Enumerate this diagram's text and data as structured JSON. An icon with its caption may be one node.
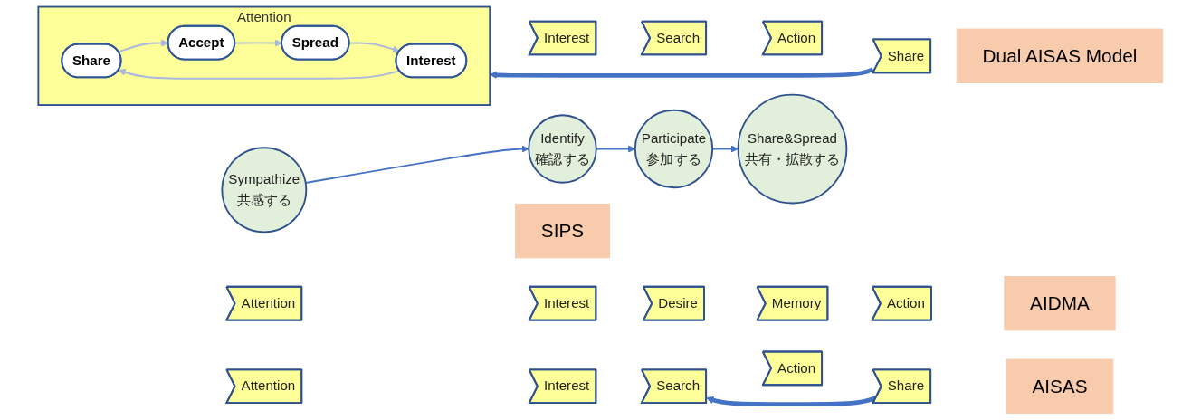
{
  "diagram": {
    "nodes": [
      {
        "text": [
          "Attention"
        ]
      },
      {
        "text": [
          "Interest"
        ]
      },
      {
        "text": [
          "Desire"
        ]
      },
      {
        "text": [
          "Memory"
        ]
      },
      {
        "text": [
          "Action"
        ]
      },
      {
        "text": [
          "AIDMA"
        ]
      },
      {
        "text": [
          "Attention"
        ]
      },
      {
        "text": [
          "Interest"
        ]
      },
      {
        "text": [
          "Search"
        ]
      },
      {
        "text": [
          "Action"
        ]
      },
      {
        "text": [
          "Share"
        ]
      },
      {
        "text": [
          "AISAS"
        ]
      },
      {
        "text": [
          "Sympathize",
          "共感する"
        ]
      },
      {
        "text": [
          "Identify",
          "確認する"
        ]
      },
      {
        "text": [
          "Participate",
          "参加する"
        ]
      },
      {
        "text": [
          "Share&Spread",
          "共有・拡散する"
        ]
      },
      {
        "text": [
          "SIPS"
        ]
      },
      {
        "text": [
          "Attention"
        ]
      },
      {
        "text": [
          "Share"
        ],
        "in": 17
      },
      {
        "text": [
          "Interest"
        ],
        "in": 17
      },
      {
        "text": [
          "Accept"
        ],
        "in": 17
      },
      {
        "text": [
          "Spread"
        ],
        "in": 17
      },
      {
        "text": [
          "Interest"
        ]
      },
      {
        "text": [
          "Search"
        ]
      },
      {
        "text": [
          "Action"
        ]
      },
      {
        "text": [
          "Share"
        ]
      },
      {
        "text": [
          "Dual AISAS Model"
        ]
      }
    ],
    "edges": [
      {
        "from": 12,
        "to": 13,
        "arrow": "to"
      },
      {
        "from": 13,
        "to": 14,
        "arrow": "to"
      },
      {
        "from": 14,
        "to": 15,
        "arrow": "to"
      },
      {
        "from": 10,
        "to": 8,
        "arrow": "to",
        "style": "thick"
      },
      {
        "from": 19,
        "to": 18,
        "arrow": "to",
        "color": "#a9b8dc"
      },
      {
        "from": 18,
        "to": 20,
        "arrow": "to",
        "color": "#a9b8dc"
      },
      {
        "from": 20,
        "to": 21,
        "arrow": "to",
        "color": "#a9b8dc"
      },
      {
        "from": 21,
        "to": 19,
        "arrow": "to",
        "color": "#a9b8dc"
      },
      {
        "from": 25,
        "to": 17,
        "arrow": "to",
        "style": "thick"
      }
    ]
  }
}
